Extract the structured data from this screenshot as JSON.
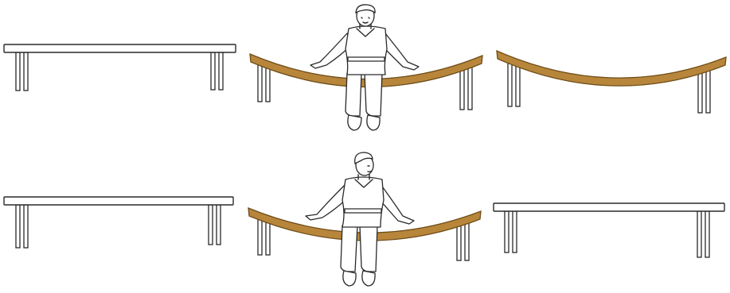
{
  "colors": {
    "background": "#ffffff",
    "line": "#2a2a2a",
    "bent_plank": "#b8863b",
    "bent_plank_edge": "#6e4d18"
  },
  "rows": [
    {
      "panels": [
        {
          "state": "unloaded",
          "plank": "flat"
        },
        {
          "state": "loaded",
          "plank": "bent",
          "person": "seated"
        },
        {
          "state": "unloaded",
          "plank": "bent"
        }
      ]
    },
    {
      "panels": [
        {
          "state": "unloaded",
          "plank": "flat"
        },
        {
          "state": "loaded",
          "plank": "bent",
          "person": "seated"
        },
        {
          "state": "unloaded",
          "plank": "flat"
        }
      ]
    }
  ]
}
